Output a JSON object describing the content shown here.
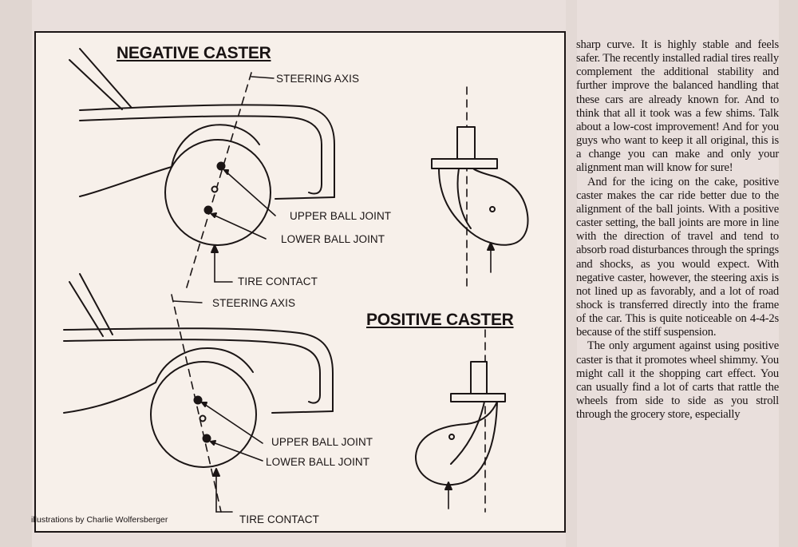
{
  "diagram": {
    "negative_caster": {
      "title": "NEGATIVE CASTER",
      "labels": {
        "steering_axis": "STEERING AXIS",
        "upper_ball_joint": "UPPER BALL JOINT",
        "lower_ball_joint": "LOWER BALL JOINT",
        "tire_contact": "TIRE CONTACT"
      }
    },
    "positive_caster": {
      "title": "POSITIVE CASTER",
      "labels": {
        "steering_axis": "STEERING AXIS",
        "upper_ball_joint": "UPPER BALL JOINT",
        "lower_ball_joint": "LOWER BALL JOINT",
        "tire_contact": "TIRE CONTACT"
      }
    },
    "credit": "illustrations by Charlie Wolfersberger"
  },
  "article": {
    "paragraphs": [
      "sharp curve. It is highly stable and feels safer. The recently installed radial tires really complement the additional stability and further improve the balanced handling that these cars are already known for. And to think that all it took was a few shims. Talk about a low-cost improvement! And for you guys who want to keep it all original, this is a change you can make and only your alignment man will know for sure!",
      "And for the icing on the cake, positive caster makes the car ride better due to the alignment of the ball joints. With a positive caster setting, the ball joints are more in line with the direction of travel and tend to absorb road disturbances through the springs and shocks, as you would expect. With negative caster, however, the steering axis is not lined up as favorably, and a lot of road shock is transferred directly into the frame of the car. This is quite noticeable on 4-4-2s because of the stiff suspension.",
      "The only argument against using positive caster is that it promotes wheel shimmy. You might call it the shopping cart effect. You can usually find a lot of carts that rattle the wheels from side to side as you stroll through the grocery store, especially"
    ]
  }
}
